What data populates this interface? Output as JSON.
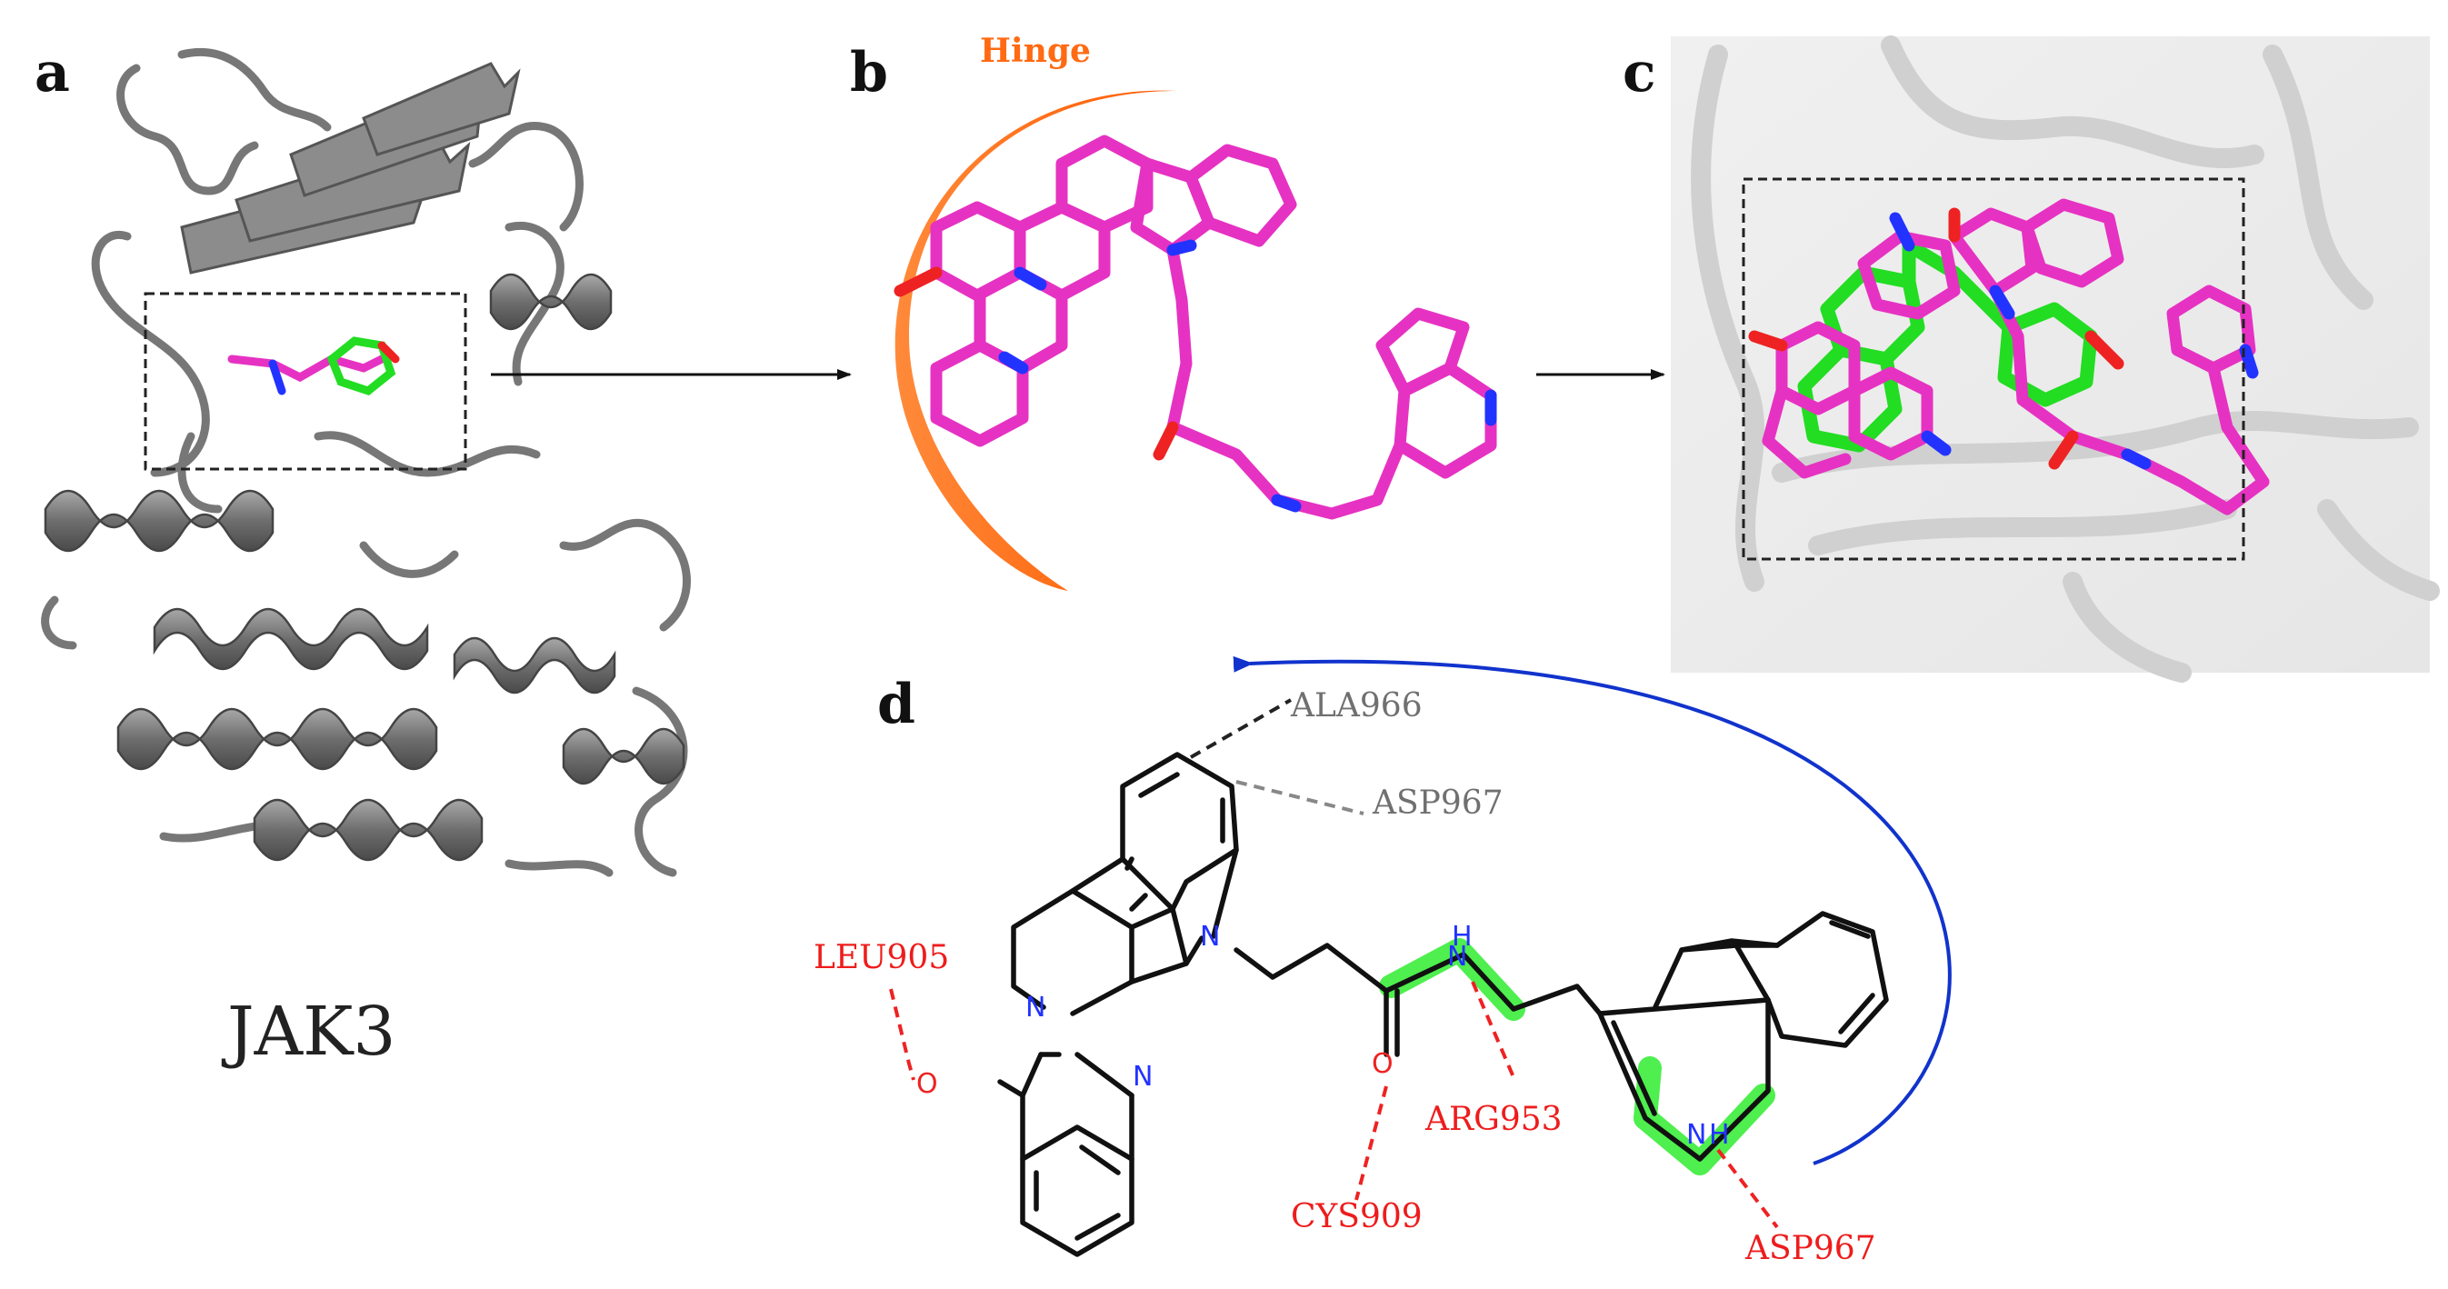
{
  "panels": {
    "a": {
      "letter": "a",
      "protein_label": "JAK3"
    },
    "b": {
      "letter": "b",
      "hinge_label": "Hinge"
    },
    "c": {
      "letter": "c"
    },
    "d": {
      "letter": "d"
    }
  },
  "interactions": {
    "hydrophobic": [
      "ALA966",
      "ASP967"
    ],
    "hbond": [
      "LEU905",
      "CYS909",
      "ARG953",
      "ASP967"
    ]
  },
  "atoms": {
    "oxygen": "O",
    "nitrogen": "N",
    "nh": "H"
  },
  "colors": {
    "protein": "#7a7a7a",
    "ligand_magenta": "#e632c2",
    "ligand_green": "#22dd22",
    "nitrogen": "#2233ff",
    "oxygen": "#ee2222",
    "hinge": "#ff6a13",
    "hbond_label": "#ee1c1c",
    "hydrophobic_label": "#707070",
    "arrow_blue": "#1133cc"
  }
}
